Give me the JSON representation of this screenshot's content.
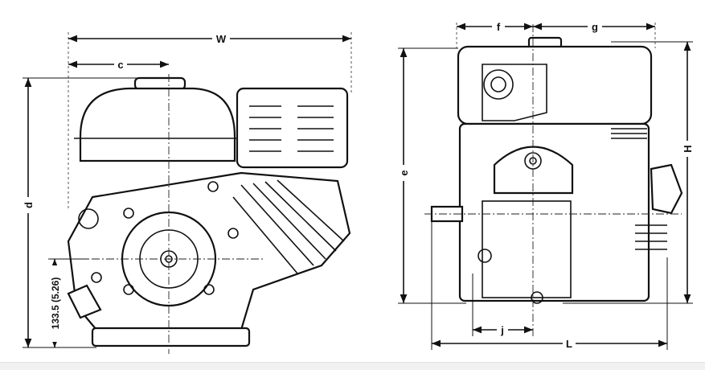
{
  "diagram": {
    "title": "Engine dimensions",
    "front_view": {
      "labels": {
        "W": "W",
        "c": "c",
        "d": "d",
        "base_height": "133.5 (5.26)"
      }
    },
    "side_view": {
      "labels": {
        "e": "e",
        "f": "f",
        "g": "g",
        "H": "H",
        "j": "j",
        "L": "L"
      }
    }
  }
}
